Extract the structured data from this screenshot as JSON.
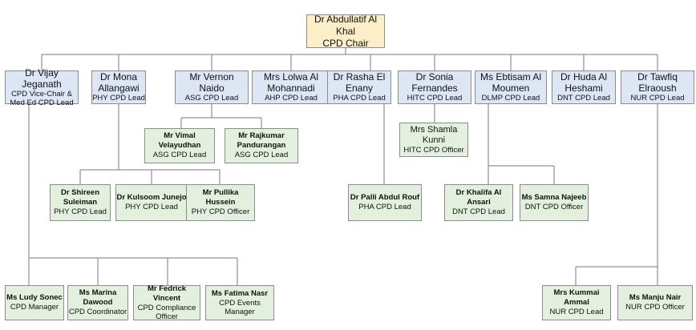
{
  "chair": {
    "name": "Dr Abdullatif Al Khal",
    "role": "CPD Chair"
  },
  "leads": [
    {
      "name": "Dr Vijay Jeganath",
      "role": "CPD Vice-Chair & Med Ed CPD Lead"
    },
    {
      "name": "Dr Mona Allangawi",
      "role": "PHY CPD Lead"
    },
    {
      "name": "Mr Vernon Naido",
      "role": "ASG CPD Lead"
    },
    {
      "name": "Mrs Lolwa Al Mohannadi",
      "role": "AHP CPD Lead"
    },
    {
      "name": "Dr Rasha El Enany",
      "role": "PHA CPD Lead"
    },
    {
      "name": "Dr Sonia Fernandes",
      "role": "HITC CPD Lead"
    },
    {
      "name": "Ms Ebtisam Al Moumen",
      "role": "DLMP CPD Lead"
    },
    {
      "name": "Dr Huda Al Heshami",
      "role": "DNT CPD Lead"
    },
    {
      "name": "Dr Tawfiq Elraoush",
      "role": "NUR CPD Lead"
    }
  ],
  "asg_staff": [
    {
      "name": "Mr Vimal Velayudhan",
      "role": "ASG CPD Lead"
    },
    {
      "name": "Mr Rajkumar Pandurangan",
      "role": "ASG CPD Lead"
    }
  ],
  "hitc_staff": [
    {
      "name": "Mrs Shamla Kunni",
      "role": "HITC CPD Officer"
    }
  ],
  "phy_staff": [
    {
      "name": "Dr Shireen Suleiman",
      "role": "PHY CPD Lead"
    },
    {
      "name": "Dr Kulsoom Junejo",
      "role": "PHY CPD Lead"
    },
    {
      "name": "Mr Pullika Hussein",
      "role": "PHY CPD Officer"
    }
  ],
  "pha_staff": [
    {
      "name": "Dr Palli Abdul Rouf",
      "role": "PHA CPD Lead"
    }
  ],
  "dnt_staff": [
    {
      "name": "Dr Khalifa Al Ansari",
      "role": "DNT CPD Lead"
    },
    {
      "name": "Ms Samna Najeeb",
      "role": "DNT CPD Officer"
    }
  ],
  "meded_staff": [
    {
      "name": "Ms Ludy Sonec",
      "role": "CPD Manager"
    },
    {
      "name": "Ms Marina Dawood",
      "role": "CPD Coordinator"
    },
    {
      "name": "Mr Fedrick Vincent",
      "role": "CPD Compliance Officer"
    },
    {
      "name": "Ms Fatima Nasr",
      "role": "CPD Events Manager"
    }
  ],
  "nur_staff": [
    {
      "name": "Mrs Kummai Ammal",
      "role": "NUR CPD Lead"
    },
    {
      "name": "Ms Manju Nair",
      "role": "NUR CPD Officer"
    }
  ]
}
